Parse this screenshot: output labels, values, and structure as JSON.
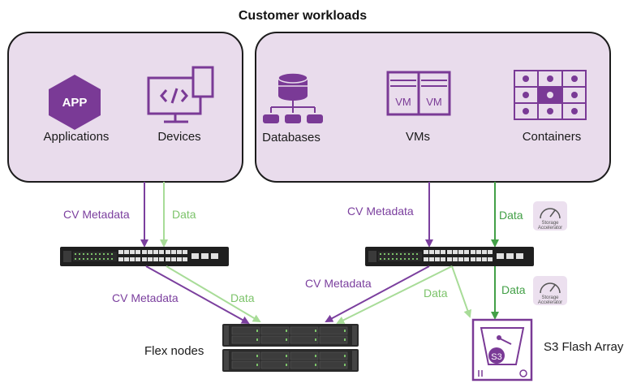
{
  "title": "Customer workloads",
  "groups": {
    "left": {
      "items": [
        {
          "icon": "app-hexagon-icon",
          "badge": "APP",
          "label": "Applications"
        },
        {
          "icon": "devices-icon",
          "label": "Devices"
        }
      ]
    },
    "right": {
      "items": [
        {
          "icon": "database-icon",
          "label": "Databases"
        },
        {
          "icon": "vm-icon",
          "badge": "VM",
          "label": "VMs"
        },
        {
          "icon": "containers-icon",
          "label": "Containers"
        }
      ]
    }
  },
  "flows": {
    "cv_metadata": "CV Metadata",
    "data": "Data"
  },
  "storage_accelerator": {
    "line1": "Storage",
    "line2": "Accelerator",
    "icon": "speedometer-icon"
  },
  "targets": {
    "flex_nodes": "Flex nodes",
    "s3_array": "S3 Flash Array",
    "s3_badge": "S3"
  },
  "colors": {
    "group_bg": "#e9dcec",
    "group_border": "#1c1c1c",
    "icon_purple": "#7a3a96",
    "cv_arrow": "#7b3f9e",
    "data_arrow_light": "#a8dc98",
    "data_arrow_dark": "#43a047",
    "accelerator_bg": "#ece0ef"
  }
}
